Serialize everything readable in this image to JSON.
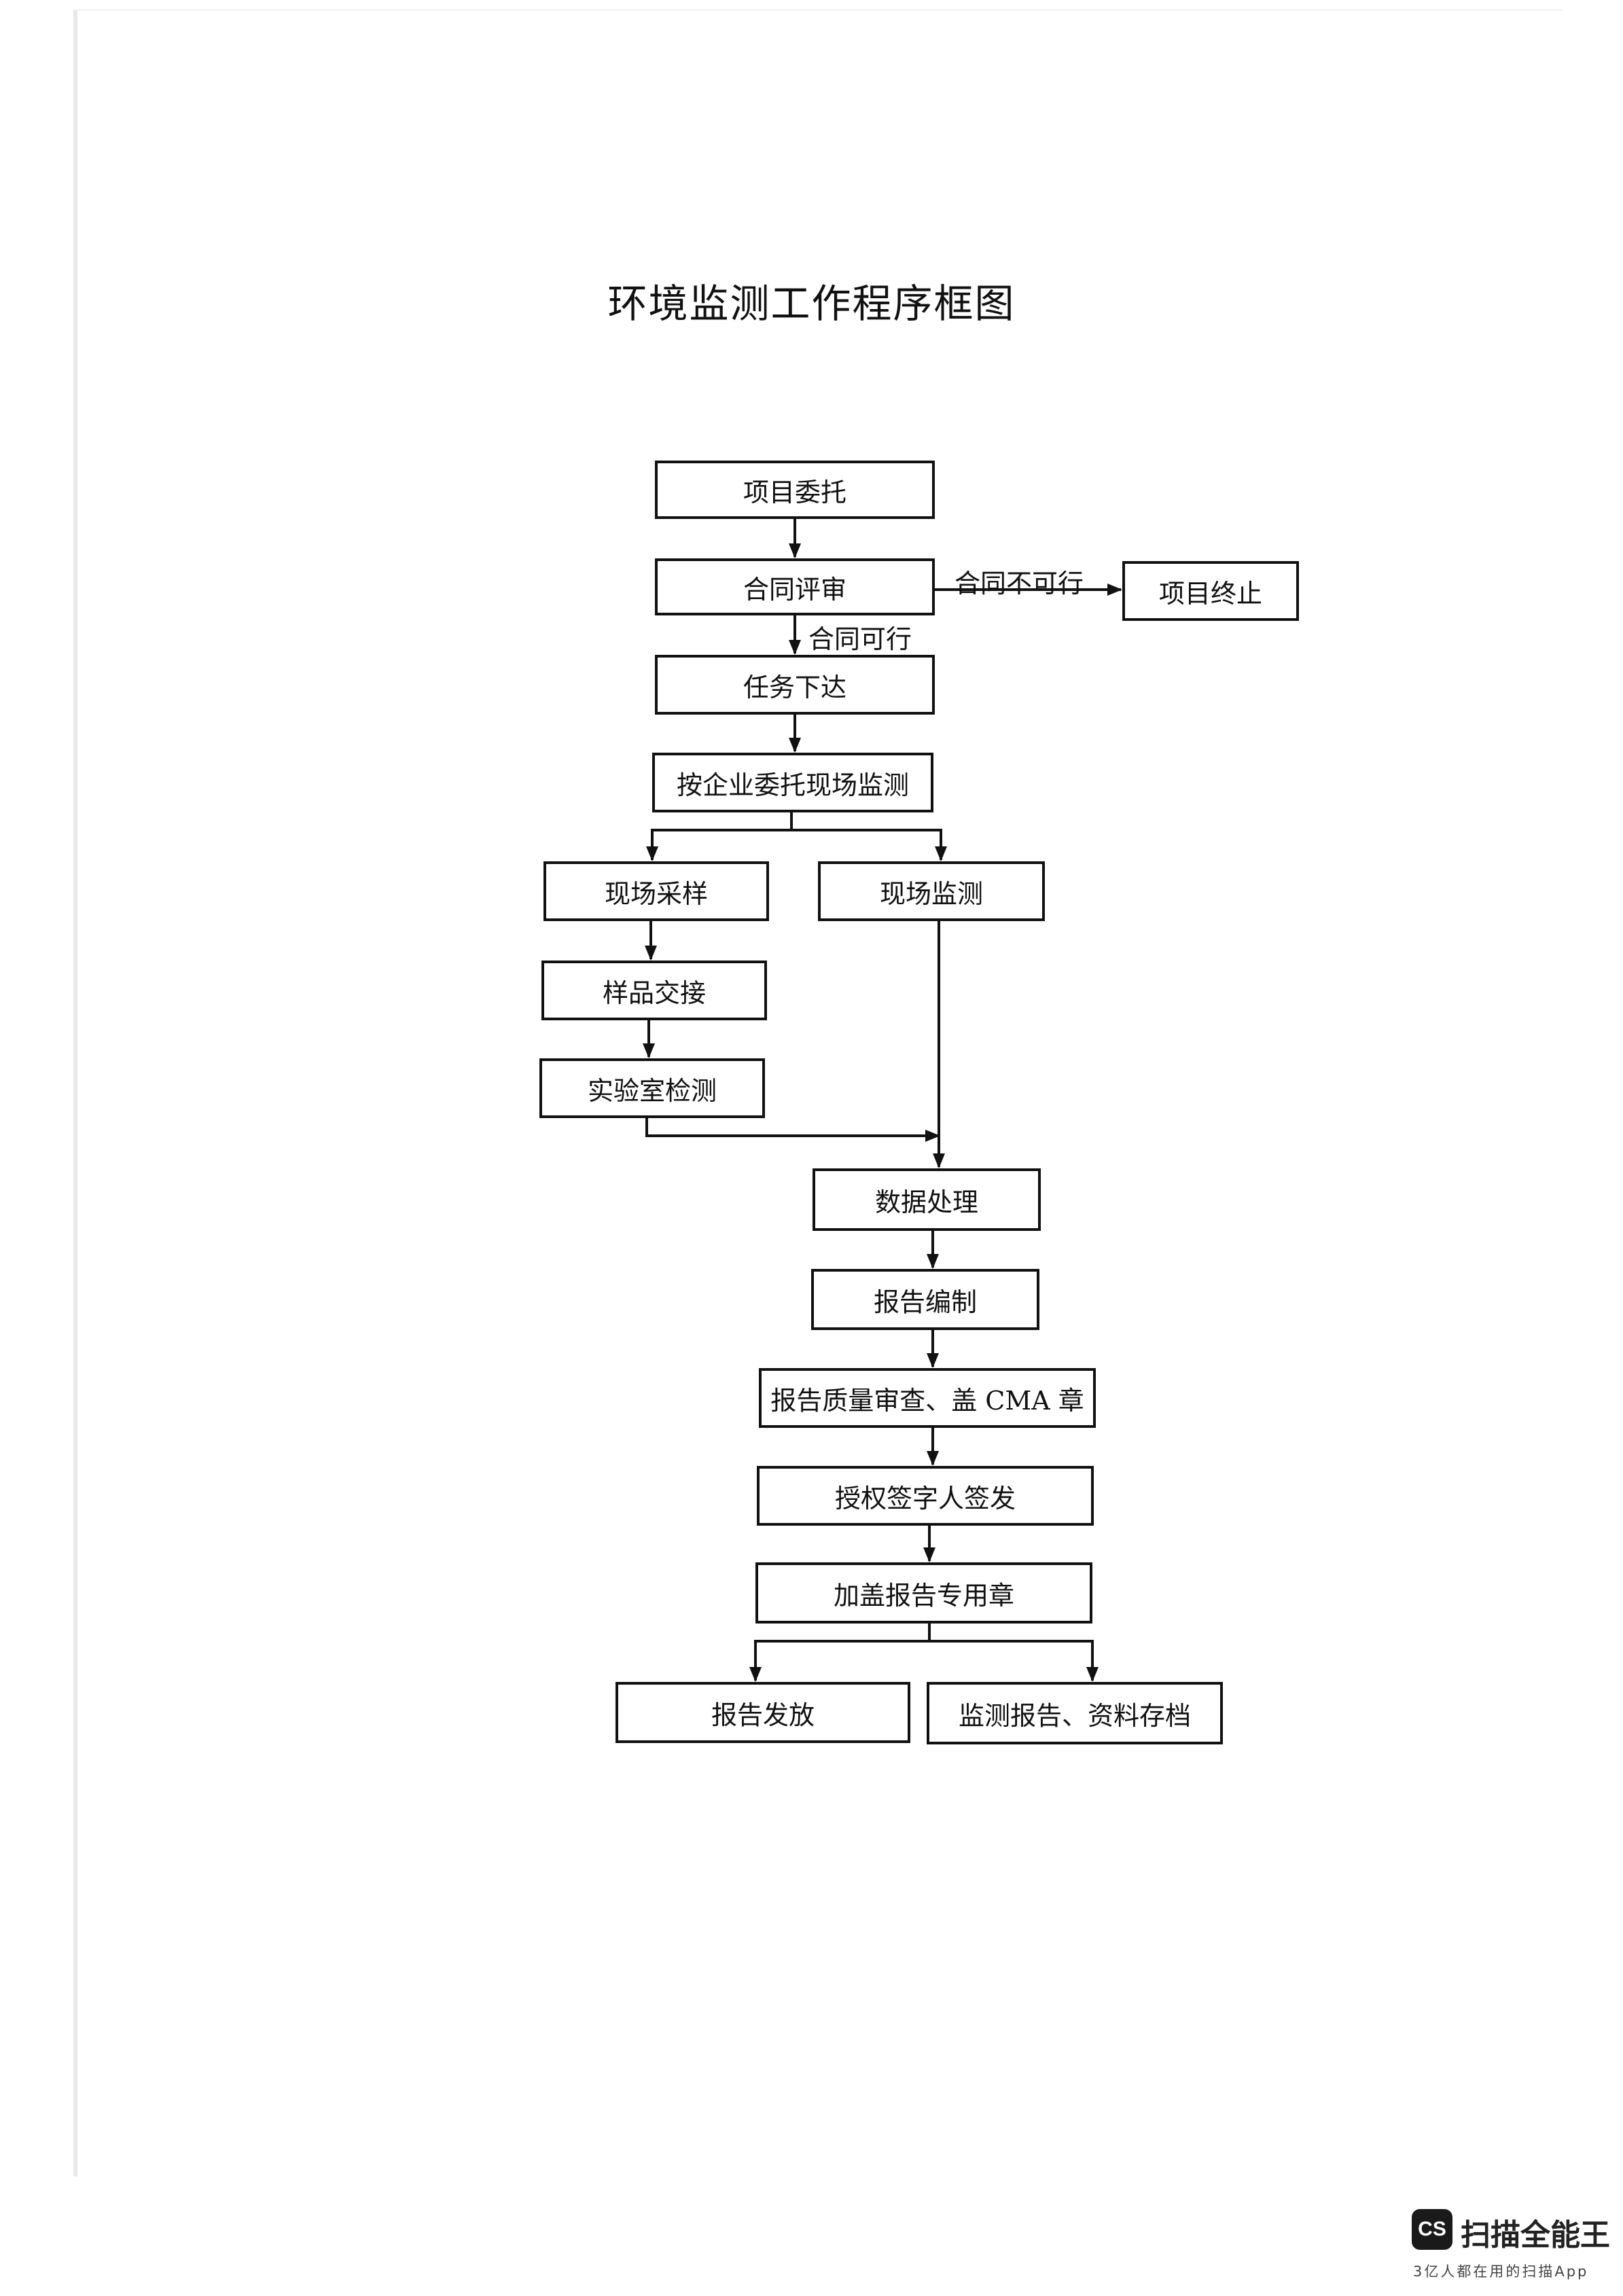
{
  "title": "环境监测工作程序框图",
  "nodes": {
    "entrust": "项目委托",
    "contract_review": "合同评审",
    "terminate": "项目终止",
    "task_issue": "任务下达",
    "onsite_by_entrust": "按企业委托现场监测",
    "onsite_sampling": "现场采样",
    "onsite_monitoring": "现场监测",
    "sample_handover": "样品交接",
    "lab_testing": "实验室检测",
    "data_processing": "数据处理",
    "report_compile": "报告编制",
    "quality_review": "报告质量审查、盖 CMA 章",
    "authorized_sign": "授权签字人签发",
    "special_seal": "加盖报告专用章",
    "report_issue": "报告发放",
    "archive": "监测报告、资料存档"
  },
  "edge_labels": {
    "infeasible": "合同不可行",
    "feasible": "合同可行"
  },
  "watermark": {
    "logo": "CS",
    "name": "扫描全能王",
    "tagline": "3亿人都在用的扫描App"
  }
}
